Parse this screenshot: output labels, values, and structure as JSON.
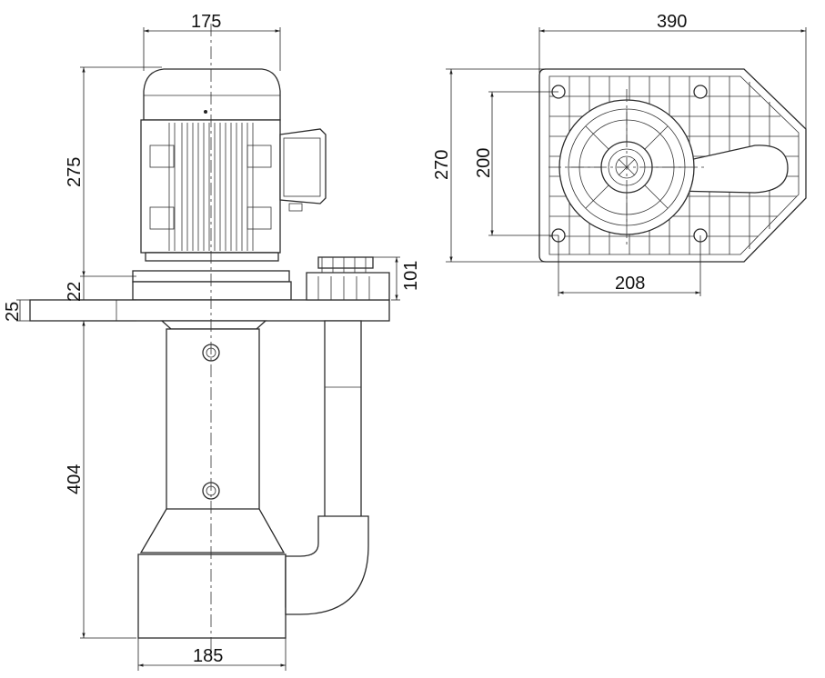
{
  "dimensions": {
    "motor_width": "175",
    "motor_height": "275",
    "flange_gap": "22",
    "plate_thickness": "25",
    "outlet_height": "101",
    "column_length": "404",
    "base_width": "185",
    "plate_length": "390",
    "plate_depth": "270",
    "hole_pitch_y": "200",
    "hole_pitch_x": "208"
  },
  "colors": {
    "line": "#2b2b2b",
    "background": "#ffffff"
  }
}
